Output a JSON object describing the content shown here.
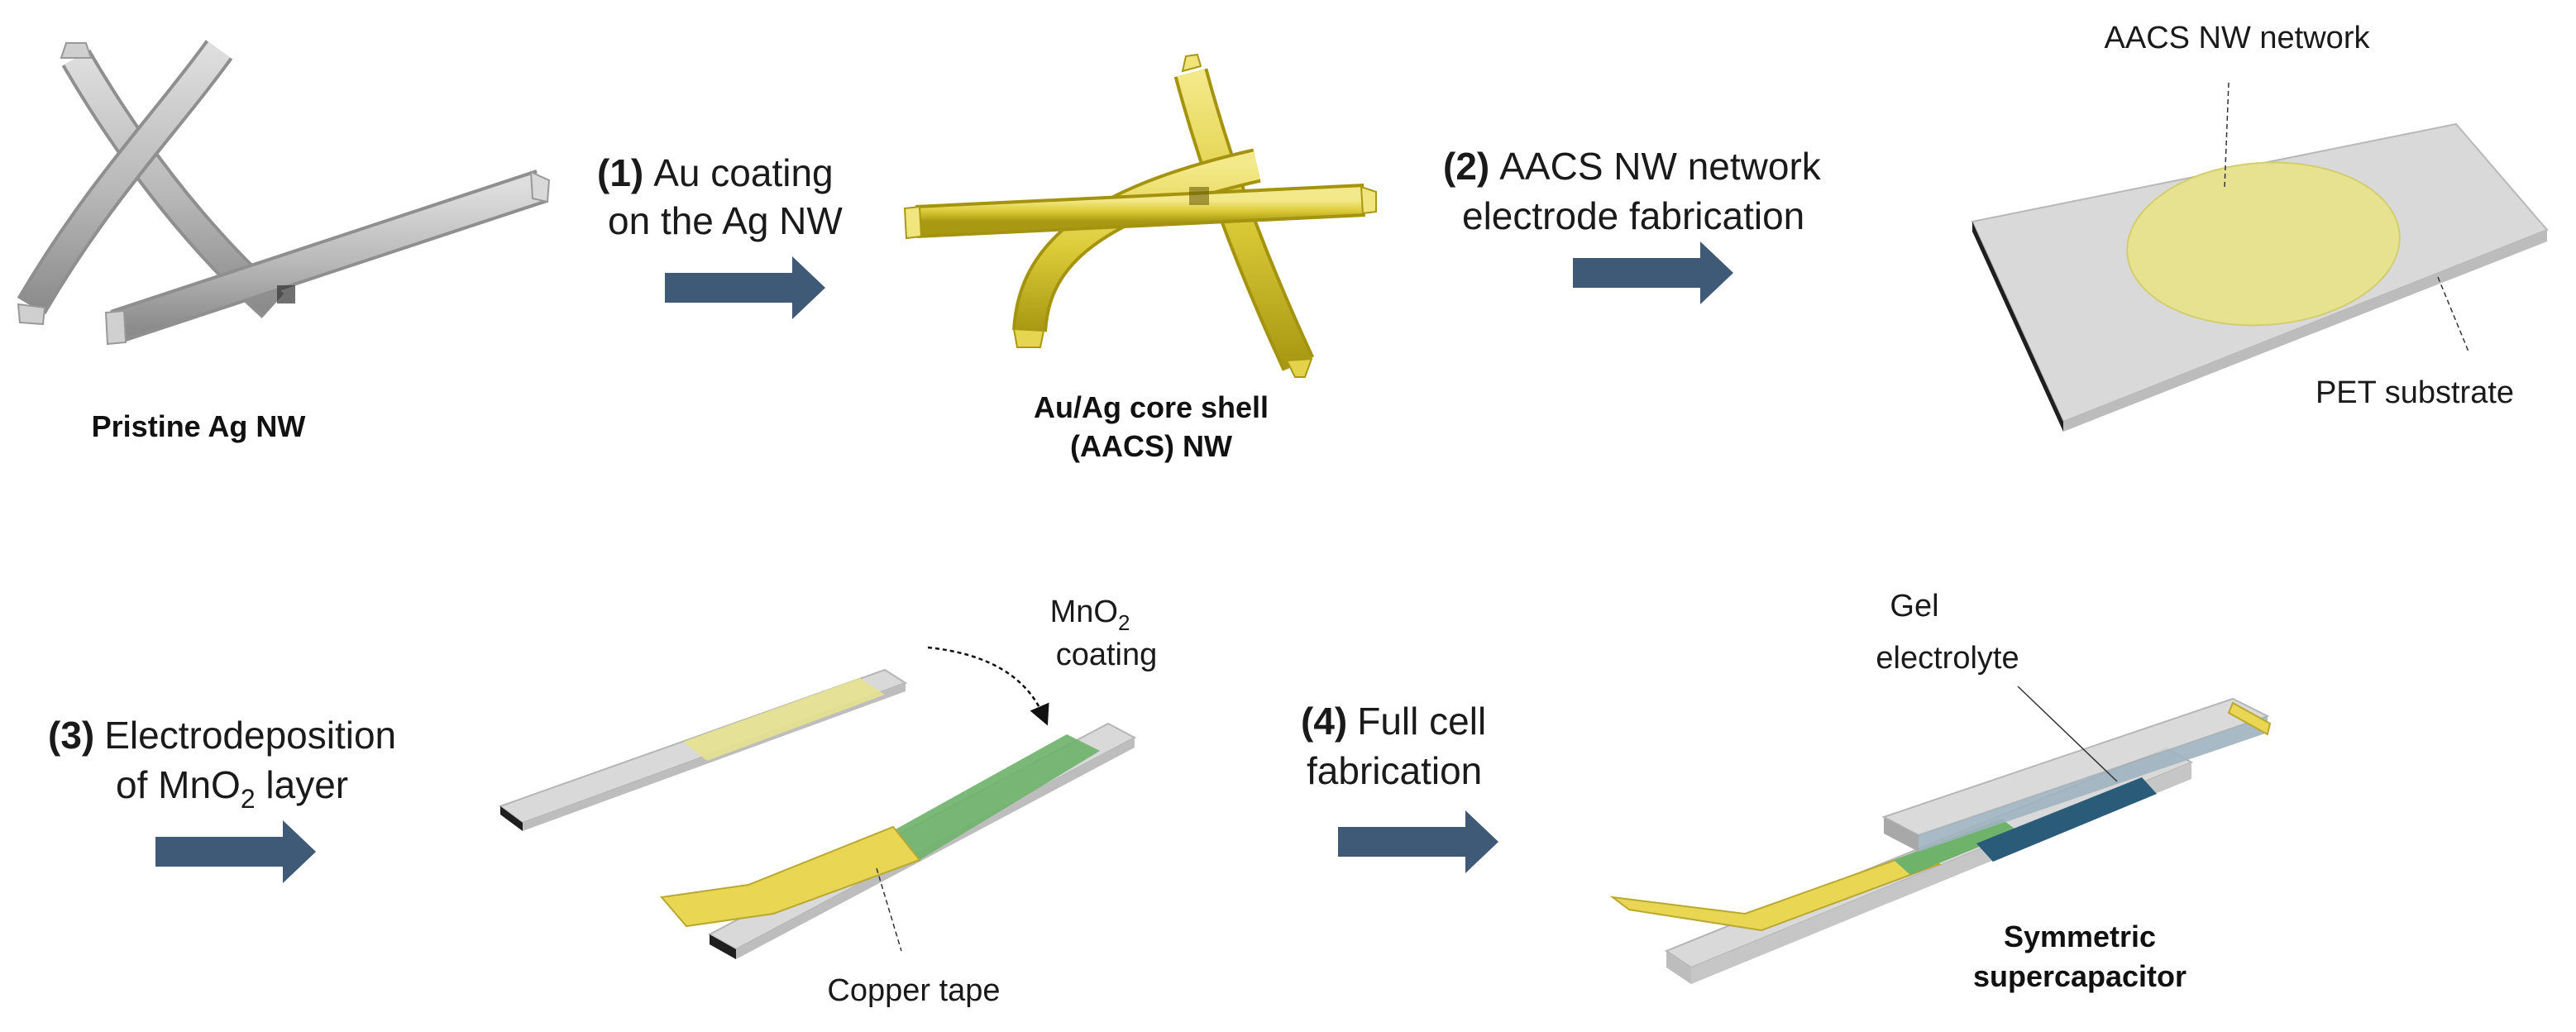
{
  "colors": {
    "arrow": "#3f5a76",
    "ag_light": "#d3d3d3",
    "ag_mid": "#b4b4b4",
    "ag_dark": "#8e8e8e",
    "au_light": "#efe06a",
    "au_mid": "#d8c632",
    "au_dark": "#a99a12",
    "substrate_top": "#d6d6d6",
    "substrate_side": "#bdbdbd",
    "substrate_edge": "#1e1e1e",
    "nw_film": "#e6e28f",
    "mno2": "#6fb36b",
    "copper_tape": "#e9d653",
    "gel": "#2a5b78"
  },
  "step1": {
    "number": "(1)",
    "line1": "Au  coating",
    "line2": "on the Ag NW"
  },
  "step2": {
    "number": "(2)",
    "line1": "AACS NW network",
    "line2": "electrode fabrication"
  },
  "step3": {
    "number": "(3)",
    "line1": "Electrodeposition",
    "line2_pre": "of MnO",
    "line2_sub": "2",
    "line2_post": " layer"
  },
  "step4": {
    "number": "(4)",
    "line1": "Full cell",
    "line2": "fabrication"
  },
  "captions": {
    "pristine": "Pristine Ag NW",
    "aacs_line1": "Au/Ag core shell",
    "aacs_line2": "(AACS) NW",
    "symmetric_line1": "Symmetric",
    "symmetric_line2": "supercapacitor"
  },
  "labels": {
    "aacs_network": "AACS NW network",
    "pet_substrate": "PET substrate",
    "mno2_pre": "MnO",
    "mno2_sub": "2",
    "coating": "coating",
    "copper_tape": "Copper tape",
    "gel_line1": "Gel",
    "gel_line2": "electrolyte"
  }
}
